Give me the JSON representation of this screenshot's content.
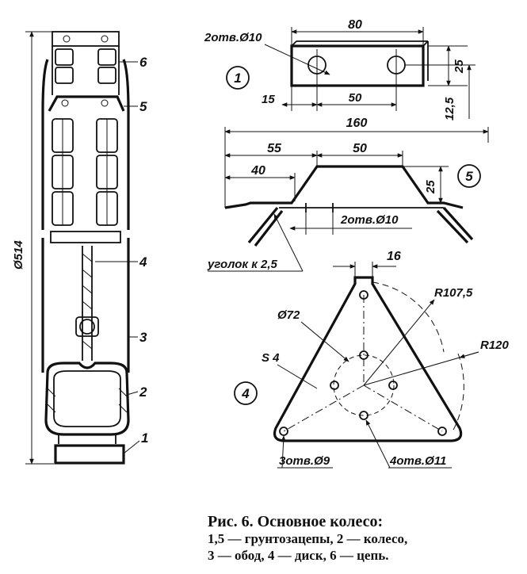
{
  "figure": {
    "caption_title": "Рис. 6. Основное колесо:",
    "caption_line1": "1,5 — грунтозацепы, 2 — колесо,",
    "caption_line2": "3 — обод, 4 — диск, 6 — цепь."
  },
  "side_view": {
    "diameter_label": "Ø514",
    "callouts": [
      "1",
      "2",
      "3",
      "4",
      "5",
      "6"
    ]
  },
  "part1": {
    "number": "1",
    "holes_label": "2отв.Ø10",
    "dim_length": "80",
    "dim_height": "25",
    "dim_edge": "15",
    "dim_hole_spacing": "50",
    "dim_hole_offset": "12,5"
  },
  "part5": {
    "number": "5",
    "dim_total": "160",
    "dim_55": "55",
    "dim_50": "50",
    "dim_40": "40",
    "dim_height": "25",
    "holes_label": "2отв.Ø10",
    "angle_label": "уголок к 2,5"
  },
  "part4": {
    "number": "4",
    "dim_tab": "16",
    "r1": "R107,5",
    "r2": "R120",
    "dia": "Ø72",
    "thickness": "S 4",
    "holes_small": "3отв.Ø9",
    "holes_large": "4отв.Ø11"
  }
}
